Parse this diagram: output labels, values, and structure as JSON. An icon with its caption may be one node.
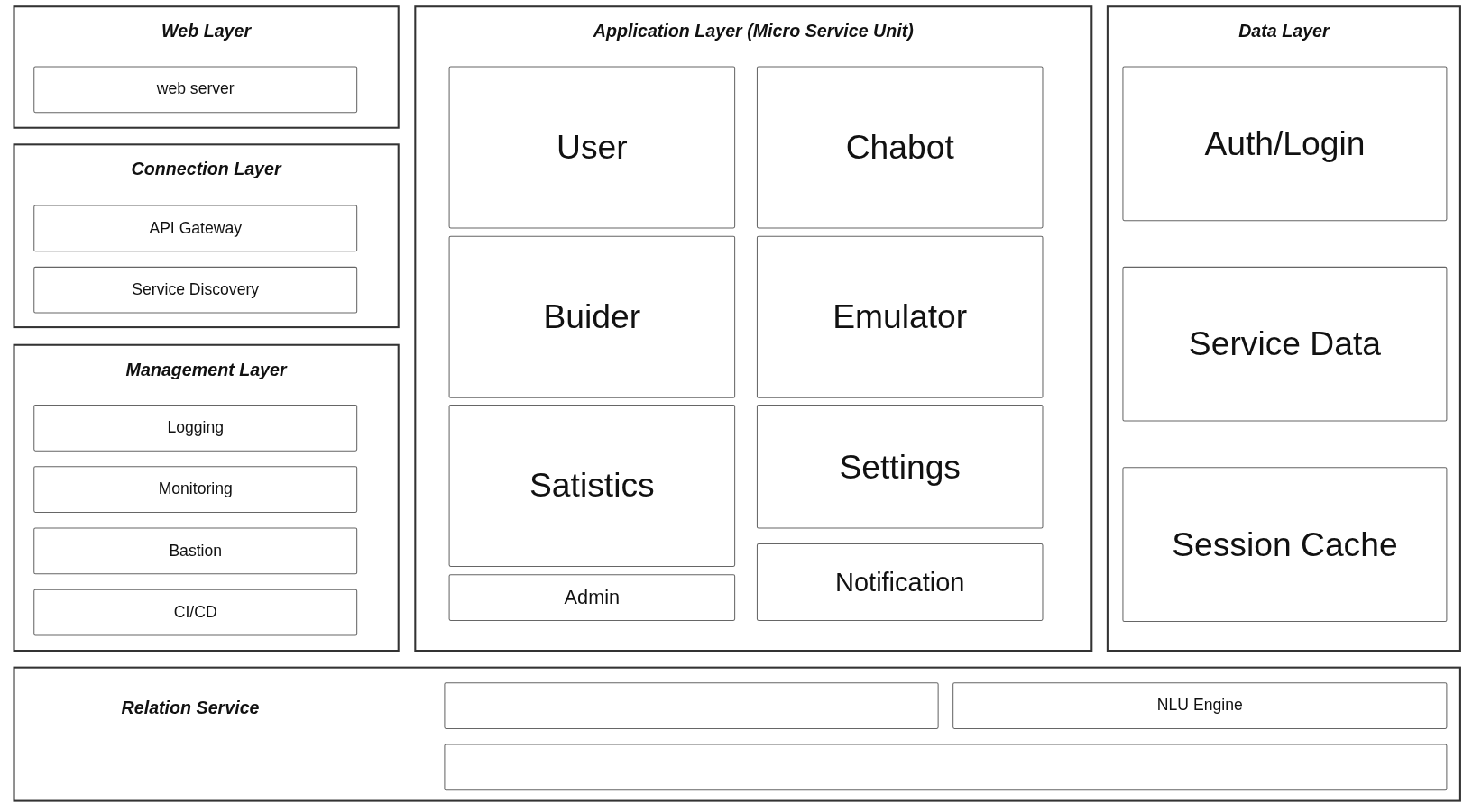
{
  "diagram": {
    "nodes": [
      {
        "text": [
          "Web Layer"
        ]
      },
      {
        "text": [
          "web server"
        ],
        "in": 0
      },
      {
        "text": [
          "Connection Layer"
        ]
      },
      {
        "text": [
          "API Gateway"
        ],
        "in": 2
      },
      {
        "text": [
          "Service Discovery"
        ],
        "in": 2
      },
      {
        "text": [
          "Management Layer"
        ]
      },
      {
        "text": [
          "Logging"
        ],
        "in": 5
      },
      {
        "text": [
          "Monitoring"
        ],
        "in": 5
      },
      {
        "text": [
          "Bastion"
        ],
        "in": 5
      },
      {
        "text": [
          "CI/CD"
        ],
        "in": 5
      },
      {
        "text": [
          "Application Layer (Micro Service Unit)"
        ]
      },
      {
        "text": [
          "User"
        ],
        "in": 10
      },
      {
        "text": [
          "Chabot"
        ],
        "in": 10
      },
      {
        "text": [
          "Buider"
        ],
        "in": 10
      },
      {
        "text": [
          "Emulator"
        ],
        "in": 10
      },
      {
        "text": [
          "Satistics"
        ],
        "in": 10
      },
      {
        "text": [
          "Settings"
        ],
        "in": 10
      },
      {
        "text": [
          "Admin"
        ],
        "in": 10
      },
      {
        "text": [
          "Notification"
        ],
        "in": 10
      },
      {
        "text": [
          "Data Layer"
        ]
      },
      {
        "text": [
          "Auth/Login"
        ],
        "in": 19
      },
      {
        "text": [
          "Service Data"
        ],
        "in": 19
      },
      {
        "text": [
          "Session Cache"
        ],
        "in": 19
      },
      {
        "text": [
          "Relation Service"
        ]
      },
      {
        "text": [],
        "shape": "box",
        "in": 23
      },
      {
        "text": [
          "NLU Engine"
        ],
        "in": 23
      },
      {
        "text": [],
        "shape": "box",
        "in": 23
      }
    ]
  }
}
